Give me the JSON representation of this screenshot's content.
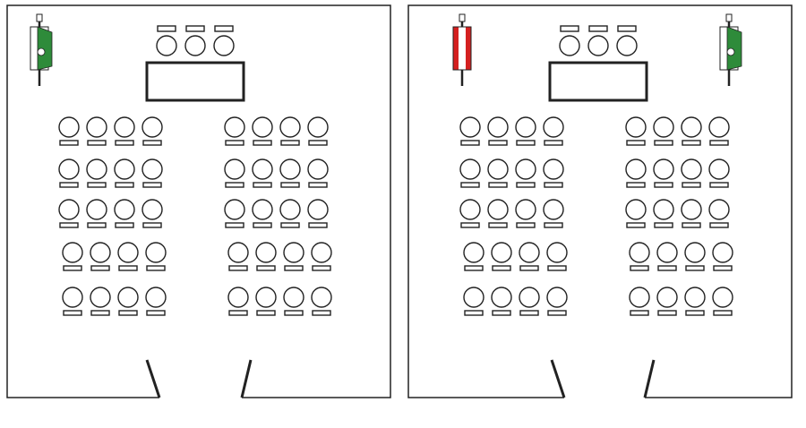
{
  "rooms": [
    {
      "id": "room-left",
      "flags": [
        {
          "side": "left",
          "design": "green-white",
          "colors": [
            "#2e8b3a",
            "#ffffff"
          ]
        }
      ],
      "head_table": {
        "chairs": 3
      },
      "seat_blocks": [
        {
          "side": "left",
          "rows": 5,
          "seats_per_row": 4
        },
        {
          "side": "right",
          "rows": 5,
          "seats_per_row": 4
        }
      ],
      "door": "open-double-door"
    },
    {
      "id": "room-right",
      "flags": [
        {
          "side": "left",
          "design": "red-white-stripes",
          "colors": [
            "#d42020",
            "#ffffff"
          ]
        },
        {
          "side": "right",
          "design": "green-white",
          "colors": [
            "#2e8b3a",
            "#ffffff"
          ]
        }
      ],
      "head_table": {
        "chairs": 3
      },
      "seat_blocks": [
        {
          "side": "left",
          "rows": 5,
          "seats_per_row": 4
        },
        {
          "side": "right",
          "rows": 5,
          "seats_per_row": 4
        }
      ],
      "door": "open-double-door"
    }
  ],
  "colors": {
    "line": "#222222",
    "flag_green": "#2e8b3a",
    "flag_red": "#d42020"
  }
}
